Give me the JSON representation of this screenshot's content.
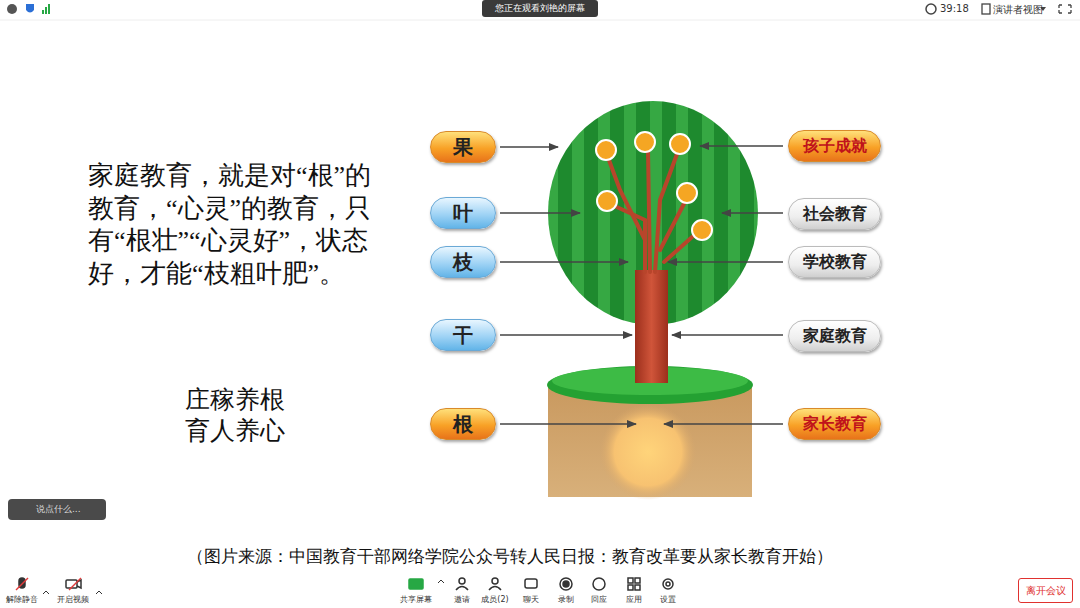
{
  "diagram": {
    "caption": "（图片来源：中国教育干部网络学院公众号转人民日报：教育改革要从家长教育开始）",
    "nodes": [
      {
        "text": [
          "您正在观看刘艳的屏幕"
        ]
      },
      {
        "text": [
          "果"
        ]
      },
      {
        "text": [
          "孩子成就"
        ]
      },
      {
        "text": [
          "叶"
        ]
      },
      {
        "text": [
          "社会教育"
        ]
      },
      {
        "text": [
          "枝"
        ]
      },
      {
        "text": [
          "学校教育"
        ]
      },
      {
        "text": [
          "干"
        ]
      },
      {
        "text": [
          "家庭教育"
        ]
      },
      {
        "text": [
          "根"
        ]
      },
      {
        "text": [
          "家长教育"
        ]
      },
      {
        "text": [
          "说点什么..."
        ]
      },
      {
        "text": [
          "离开会议"
        ]
      }
    ],
    "labels": [
      "39:18",
      "演讲者视图",
      "家庭教育，就是对“根”的教育，“心灵”的教育，只有“根壮”“心灵好”，状态好，才能“枝粗叶肥”。",
      "庄稼养根",
      "育人养心",
      "解除静音",
      "开启视频",
      "共享屏幕",
      "邀请",
      "成员(2)",
      "聊天",
      "录制",
      "回应",
      "应用",
      "设置"
    ]
  }
}
